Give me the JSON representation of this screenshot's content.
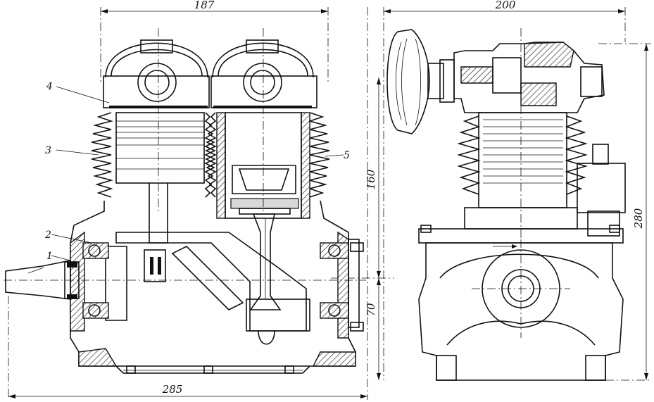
{
  "dimensions": {
    "top_left": "187",
    "top_right": "200",
    "bottom_left": "285",
    "vertical_160": "160",
    "vertical_70": "70",
    "vertical_280": "280"
  },
  "callouts": {
    "c1": "1",
    "c2": "2",
    "c3": "3",
    "c4": "4",
    "c5": "5"
  }
}
